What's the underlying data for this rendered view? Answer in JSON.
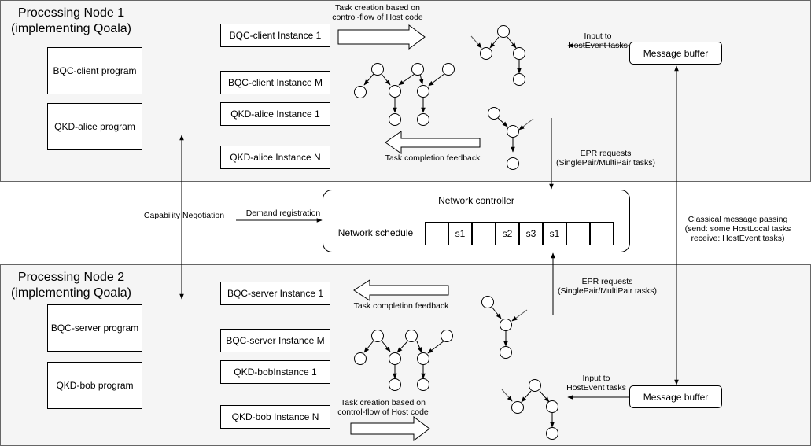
{
  "node1": {
    "title_line1": "Processing Node 1",
    "title_line2": "(implementing Qoala)",
    "programs": [
      "BQC-client program",
      "QKD-alice program"
    ],
    "instances": [
      "BQC-client Instance 1",
      "BQC-client Instance M",
      "QKD-alice Instance 1",
      "QKD-alice Instance N"
    ],
    "task_creation_line1": "Task creation based on",
    "task_creation_line2": "control-flow of Host code",
    "completion_feedback": "Task completion feedback",
    "input_line1": "Input to",
    "input_line2": "HostEvent tasks",
    "message_buffer": "Message buffer",
    "epr_line1": "EPR requests",
    "epr_line2": "(SinglePair/MultiPair tasks)"
  },
  "node2": {
    "title_line1": "Processing Node 2",
    "title_line2": "(implementing Qoala)",
    "programs": [
      "BQC-server program",
      "QKD-bob program"
    ],
    "instances": [
      "BQC-server Instance 1",
      "BQC-server Instance M",
      "QKD-bobInstance 1",
      "QKD-bob Instance N"
    ],
    "task_creation_line1": "Task creation based on",
    "task_creation_line2": "control-flow of Host code",
    "completion_feedback": "Task completion feedback",
    "input_line1": "Input to",
    "input_line2": "HostEvent tasks",
    "message_buffer": "Message buffer",
    "epr_line1": "EPR requests",
    "epr_line2": "(SinglePair/MultiPair tasks)"
  },
  "controller": {
    "title": "Network controller",
    "schedule_label": "Network schedule",
    "slots": [
      "",
      "s1",
      "",
      "s2",
      "s3",
      "s1",
      "",
      ""
    ]
  },
  "capability_negotiation": "Capability Negotiation",
  "demand_registration": "Demand registration",
  "classical": {
    "line1": "Classical message passing",
    "line2": "(send: some HostLocal tasks",
    "line3": "receive: HostEvent tasks)"
  }
}
